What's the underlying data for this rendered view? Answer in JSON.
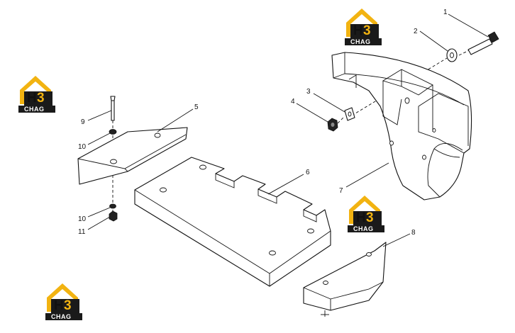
{
  "diagram": {
    "callouts": [
      "1",
      "2",
      "3",
      "4",
      "5",
      "6",
      "7",
      "8",
      "9",
      "10",
      "10",
      "11"
    ]
  },
  "watermark": {
    "letters_left": "H",
    "letters_right": "3",
    "text": "CHAG",
    "colors": {
      "roof": "#f2b311",
      "body": "#1a1a1a",
      "accent": "#f2b311"
    }
  }
}
